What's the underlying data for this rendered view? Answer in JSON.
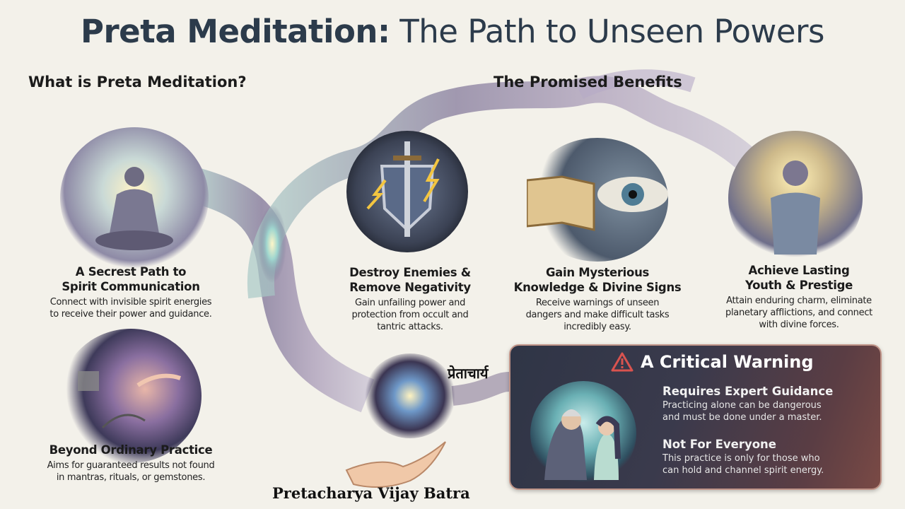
{
  "title": {
    "bold": "Preta Meditation:",
    "rest": " The Path to Unseen Powers"
  },
  "sections": {
    "left_heading": "What is Preta Meditation?",
    "right_heading": "The Promised Benefits"
  },
  "what_is": [
    {
      "heading_line1": "A Secrest Path to",
      "heading_line2": "Spirit Communication",
      "body": "Connect with invisible spirit energies to receive their power and guidance."
    },
    {
      "heading_line1": "Beyond Ordinary Practice",
      "heading_line2": "",
      "body": "Aims for guaranteed results not found in mantras, rituals, or gemstones."
    }
  ],
  "benefits": [
    {
      "heading_line1": "Destroy Enemies &",
      "heading_line2": "Remove Negativity",
      "body": "Gain unfailing power and protection from occult and tantric attacks."
    },
    {
      "heading_line1": "Gain Mysterious",
      "heading_line2": "Knowledge & Divine Signs",
      "body": "Receive warnings of unseen dangers and make difficult tasks incredibly easy."
    },
    {
      "heading_line1": "Achieve Lasting",
      "heading_line2": "Youth & Prestige",
      "body": "Attain enduring charm, eliminate planetary afflictions, and connect with divine forces."
    }
  ],
  "warning": {
    "title": "A Critical Warning",
    "icon": "warning-triangle-icon",
    "items": [
      {
        "heading": "Requires Expert Guidance",
        "body": "Practicing alone can be dangerous and must be done under a master."
      },
      {
        "heading": "Not For Everyone",
        "body": "This practice is only for those who can hold and channel spirit energy."
      }
    ]
  },
  "devanagari_label": "प्रेताचार्य",
  "author": "Pretacharya Vijay Batra",
  "colors": {
    "title": "#2c3b4b",
    "warning_red": "#d9534f",
    "path_purple": "#8c7fa6",
    "path_teal": "#8fc7c0"
  }
}
